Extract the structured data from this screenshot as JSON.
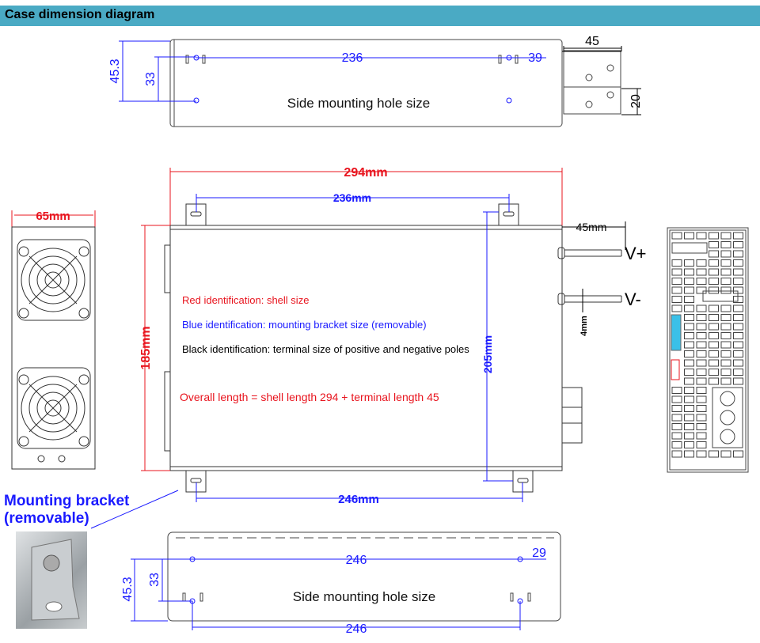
{
  "header": {
    "title": "Case dimension diagram"
  },
  "top_view": {
    "dim_height": "45.3",
    "dim_hole_height": "33",
    "dim_hole_spacing": "236",
    "dim_offset": "39",
    "dim_terminal": "45",
    "dim_terminal_width": "20",
    "label": "Side mounting hole size"
  },
  "front_view": {
    "shell_length": "294mm",
    "bracket_top_spacing": "236mm",
    "shell_height": "185mm",
    "bracket_height": "205mm",
    "bracket_bottom_spacing": "246mm",
    "terminal_length": "45mm",
    "terminal_dia": "4mm",
    "v_plus": "V+",
    "v_minus": "V-",
    "legend_red": "Red identification: shell size",
    "legend_blue": "Blue identification: mounting bracket size (removable)",
    "legend_black": "Black identification: terminal size of positive and negative poles",
    "overall": "Overall length = shell length 294 + terminal length 45"
  },
  "end_view": {
    "width": "65mm"
  },
  "bracket": {
    "line1": "Mounting bracket",
    "line2": "(removable)"
  },
  "bottom_view": {
    "dim_height": "45.3",
    "dim_hole_height": "33",
    "dim_hole_spacing": "246",
    "dim_offset": "29",
    "dim_bottom_spacing": "246",
    "label": "Side mounting hole size"
  },
  "colors": {
    "header": "#4aaac4",
    "red": "#e8141e",
    "blue": "#1a1aff"
  }
}
